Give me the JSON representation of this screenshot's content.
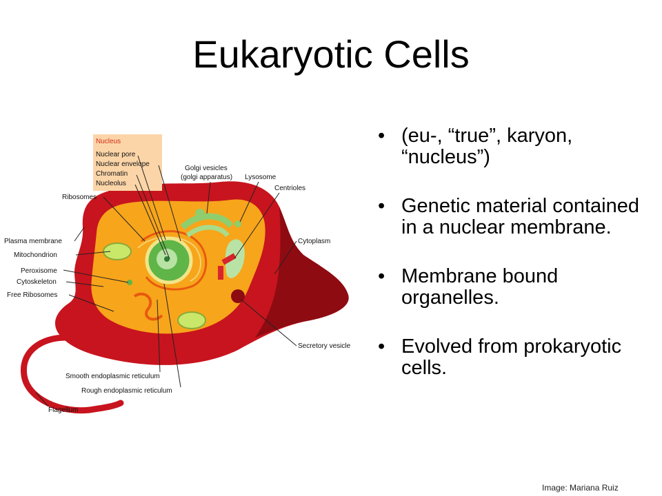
{
  "slide": {
    "title": "Eukaryotic Cells",
    "bullets": [
      "(eu-, “true”, karyon, “nucleus”)",
      "Genetic material contained in a nuclear membrane.",
      "Membrane bound organelles.",
      "Evolved from prokaryotic cells."
    ],
    "credit": "Image: Mariana Ruiz"
  },
  "diagram": {
    "nucleus_box": {
      "heading": "Nucleus",
      "items": [
        "Nuclear pore",
        "Nuclear envelope",
        "Chromatin",
        "Nucleolus"
      ]
    },
    "labels": {
      "golgi_vesicles": "Golgi vesicles",
      "golgi_apparatus": "(golgi apparatus)",
      "lysosome": "Lysosome",
      "centrioles": "Centrioles",
      "ribosomes": "Ribosomes",
      "plasma_membrane": "Plasma membrane",
      "mitochondrion": "Mitochondrion",
      "peroxisome": "Peroxisome",
      "cytoskeleton": "Cytoskeleton",
      "free_ribosomes": "Free Ribosomes",
      "cytoplasm": "Cytoplasm",
      "secretory_vesicle": "Secretory vesicle",
      "smooth_er": "Smooth endoplasmic reticulum",
      "rough_er": "Rough endoplasmic reticulum",
      "flagellum": "Flagellum"
    },
    "colors": {
      "membrane": "#c8141e",
      "membrane_dark": "#8e0b12",
      "cytoplasm": "#f7a51b",
      "nucleus_box_bg": "#fbd5a8",
      "nucleus_box_heading": "#d32f1a",
      "nucleus": "#5fb548",
      "golgi": "#8fce6f",
      "er": "#e8590f"
    }
  }
}
